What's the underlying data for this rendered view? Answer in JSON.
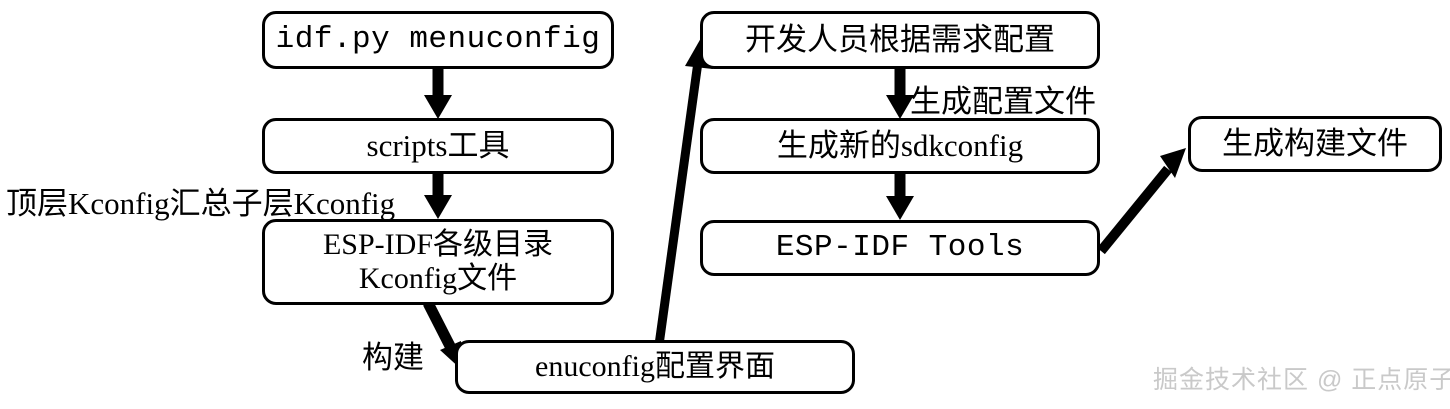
{
  "diagram": {
    "title": "ESP-IDF menuconfig flow",
    "stroke_color": "#000000",
    "background_color": "#ffffff",
    "watermark_color": "#c9c9c9",
    "nodes": [
      {
        "id": "idf-menuconfig",
        "lines": [
          "idf.py menuconfig"
        ]
      },
      {
        "id": "scripts-tool",
        "lines": [
          "scripts工具"
        ]
      },
      {
        "id": "esp-idf-dirs",
        "lines": [
          "ESP-IDF各级目录",
          "Kconfig文件"
        ]
      },
      {
        "id": "enuconfig-ui",
        "lines": [
          "enuconfig配置界面"
        ]
      },
      {
        "id": "dev-config",
        "lines": [
          "开发人员根据需求配置"
        ]
      },
      {
        "id": "new-sdkconfig",
        "lines": [
          "生成新的sdkconfig"
        ]
      },
      {
        "id": "esp-idf-tools",
        "lines": [
          "ESP-IDF Tools"
        ]
      },
      {
        "id": "build-files",
        "lines": [
          "生成构建文件"
        ]
      }
    ],
    "edge_labels": [
      {
        "id": "kconfig-merge",
        "text": "顶层Kconfig汇总子层Kconfig"
      },
      {
        "id": "build",
        "text": "构建"
      },
      {
        "id": "gen-conf-file",
        "text": "生成配置文件"
      }
    ],
    "edges": [
      {
        "from": "idf-menuconfig",
        "to": "scripts-tool",
        "style": "straight-down"
      },
      {
        "from": "scripts-tool",
        "to": "esp-idf-dirs",
        "style": "straight-down",
        "label": "kconfig-merge"
      },
      {
        "from": "esp-idf-dirs",
        "to": "enuconfig-ui",
        "style": "diagonal",
        "label": "build"
      },
      {
        "from": "enuconfig-ui",
        "to": "dev-config",
        "style": "diagonal"
      },
      {
        "from": "dev-config",
        "to": "new-sdkconfig",
        "style": "straight-down",
        "label": "gen-conf-file"
      },
      {
        "from": "new-sdkconfig",
        "to": "esp-idf-tools",
        "style": "straight-down"
      },
      {
        "from": "esp-idf-tools",
        "to": "build-files",
        "style": "diagonal"
      }
    ],
    "watermark": "掘金技术社区 @ 正点原子"
  }
}
